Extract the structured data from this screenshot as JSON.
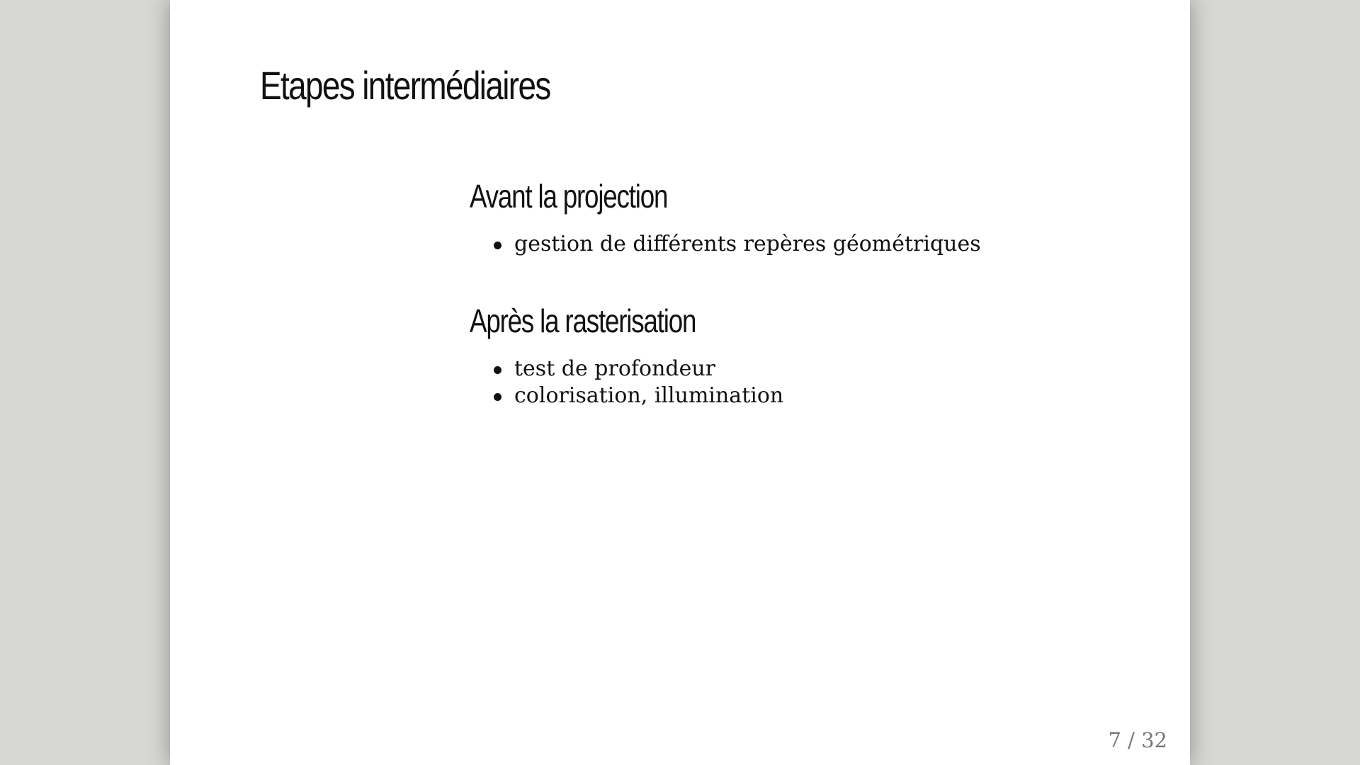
{
  "slide": {
    "title": "Etapes intermédiaires",
    "sections": [
      {
        "heading": "Avant la projection",
        "items": [
          "gestion de différents repères géométriques"
        ]
      },
      {
        "heading": "Après la rasterisation",
        "items": [
          "test de profondeur",
          "colorisation, illumination"
        ]
      }
    ],
    "page_number": "7 / 32"
  },
  "colors": {
    "background": "#d7d8d3",
    "slide": "#ffffff",
    "text": "#111111",
    "page_number": "#777777"
  }
}
